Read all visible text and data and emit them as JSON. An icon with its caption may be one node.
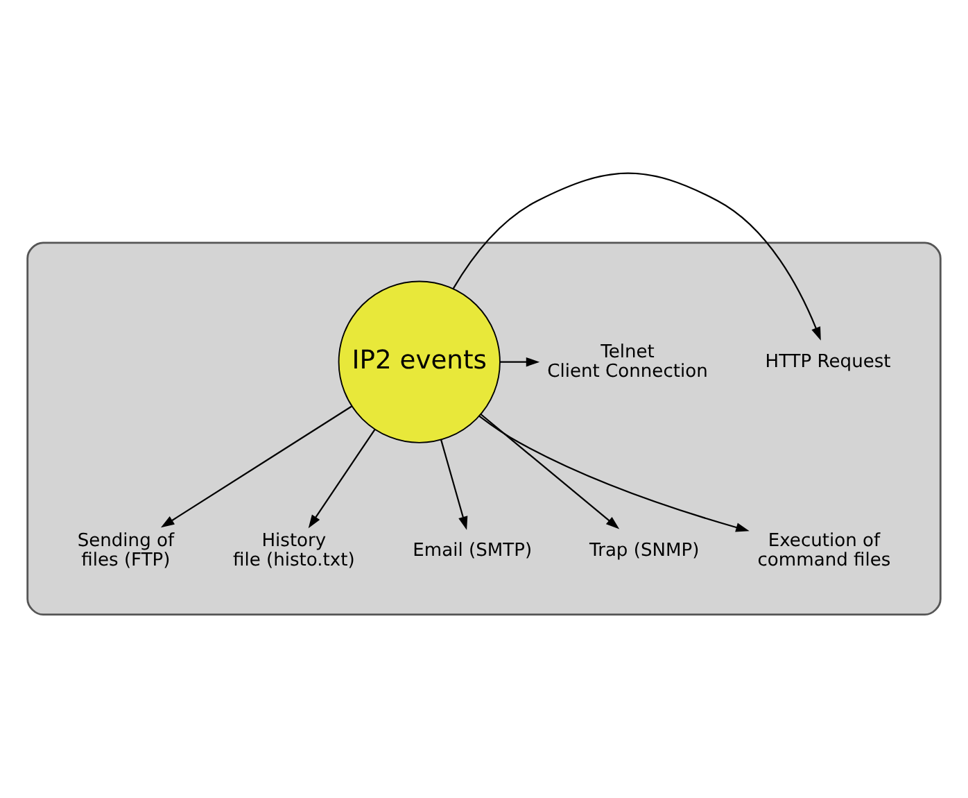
{
  "diagram": {
    "nodes": [
      {
        "text": [],
        "shape": "ellipse"
      },
      {
        "text": [
          "IP2 events"
        ],
        "in": 0
      },
      {
        "text": [
          "Sending of files (FTP)"
        ],
        "in": 0
      },
      {
        "text": [
          "History file (histo.txt)"
        ],
        "in": 0
      },
      {
        "text": [
          "HTTP Request"
        ],
        "in": 0
      },
      {
        "text": [
          "Telnet Client Connection"
        ],
        "in": 0
      },
      {
        "text": [
          "Email (SMTP)"
        ],
        "in": 0
      },
      {
        "text": [
          "Trap (SNMP)"
        ],
        "in": 0
      },
      {
        "text": [
          "Execution of command files"
        ],
        "in": 0
      }
    ],
    "edges": [
      {
        "from": 1,
        "to": 2,
        "arrow": "to"
      },
      {
        "from": 1,
        "to": 3,
        "arrow": "to"
      },
      {
        "from": 1,
        "to": 4,
        "arrow": "to"
      },
      {
        "from": 1,
        "to": 5,
        "arrow": "to"
      },
      {
        "from": 1,
        "to": 6,
        "arrow": "to"
      },
      {
        "from": 1,
        "to": 7,
        "arrow": "to"
      },
      {
        "from": 1,
        "to": 8,
        "arrow": "to"
      }
    ]
  }
}
